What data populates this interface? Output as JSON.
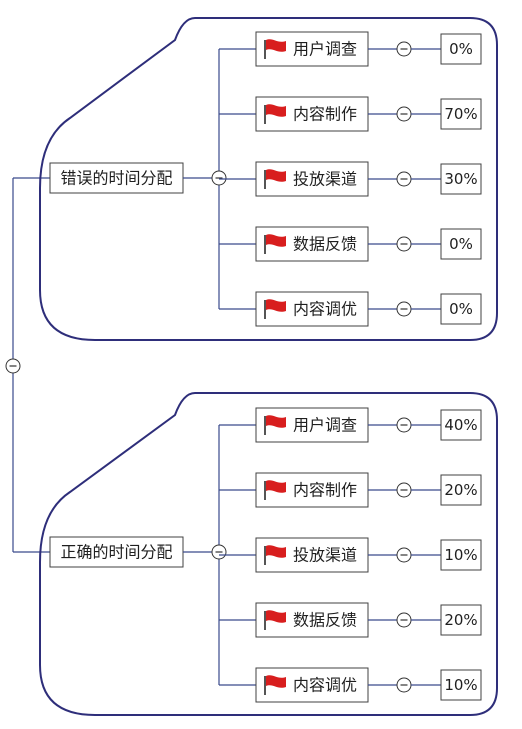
{
  "colors": {
    "outline": "#2e2e7a",
    "connector": "#3a4a8c",
    "node_border": "#404040",
    "flag": "#d81e1e",
    "flag_pole": "#555555"
  },
  "groups": [
    {
      "title": "错误的时间分配",
      "tasks": [
        {
          "label": "用户调查",
          "value": "0%"
        },
        {
          "label": "内容制作",
          "value": "70%"
        },
        {
          "label": "投放渠道",
          "value": "30%"
        },
        {
          "label": "数据反馈",
          "value": "0%"
        },
        {
          "label": "内容调优",
          "value": "0%"
        }
      ]
    },
    {
      "title": "正确的时间分配",
      "tasks": [
        {
          "label": "用户调查",
          "value": "40%"
        },
        {
          "label": "内容制作",
          "value": "20%"
        },
        {
          "label": "投放渠道",
          "value": "10%"
        },
        {
          "label": "数据反馈",
          "value": "20%"
        },
        {
          "label": "内容调优",
          "value": "10%"
        }
      ]
    }
  ]
}
